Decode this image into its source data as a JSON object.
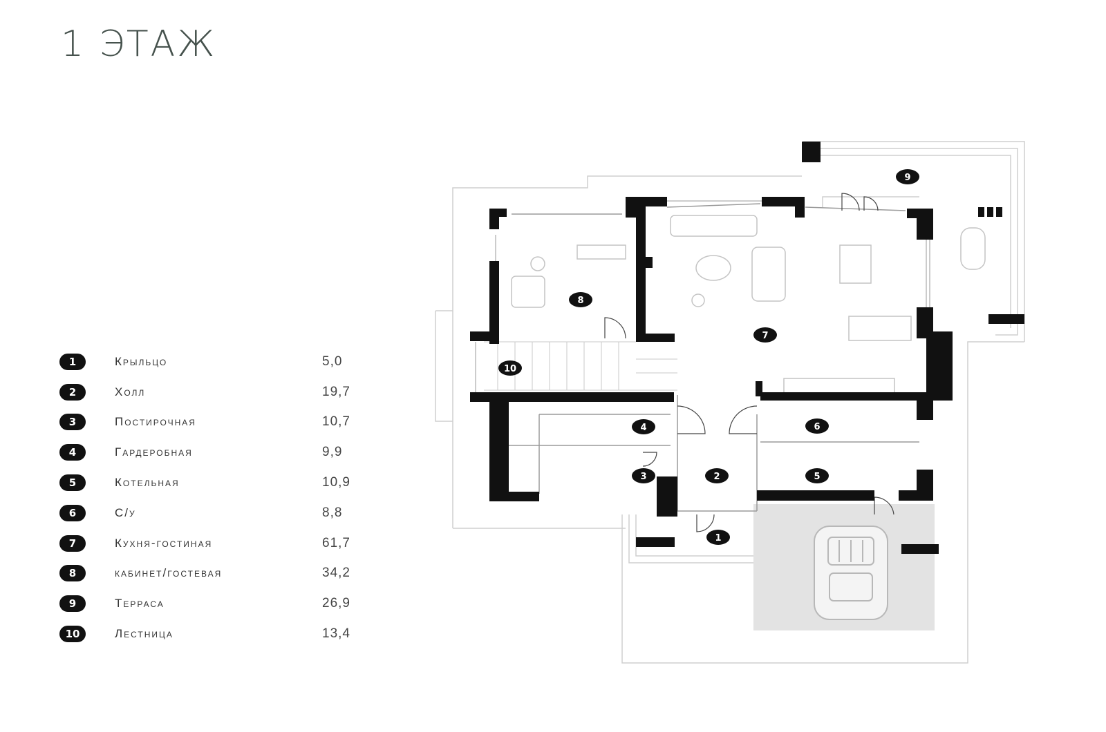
{
  "page": {
    "title": "1 ЭТАЖ"
  },
  "legend": [
    {
      "number": "1",
      "name": "Крыльцо",
      "area": "5,0"
    },
    {
      "number": "2",
      "name": "Холл",
      "area": "19,7"
    },
    {
      "number": "3",
      "name": "Постирочная",
      "area": "10,7"
    },
    {
      "number": "4",
      "name": "Гардеробная",
      "area": "9,9"
    },
    {
      "number": "5",
      "name": "Котельная",
      "area": "10,9"
    },
    {
      "number": "6",
      "name": "С/у",
      "area": "8,8"
    },
    {
      "number": "7",
      "name": "Кухня-гостиная",
      "area": "61,7"
    },
    {
      "number": "8",
      "name": "кабинет/гостевая",
      "area": "34,2"
    },
    {
      "number": "9",
      "name": "Терраса",
      "area": "26,9"
    },
    {
      "number": "10",
      "name": "Лестница",
      "area": "13,4"
    }
  ],
  "colors": {
    "wall": "#111111",
    "title": "#46524d",
    "garage_pad": "#e3e3e3",
    "outline": "#c9c9c9"
  }
}
